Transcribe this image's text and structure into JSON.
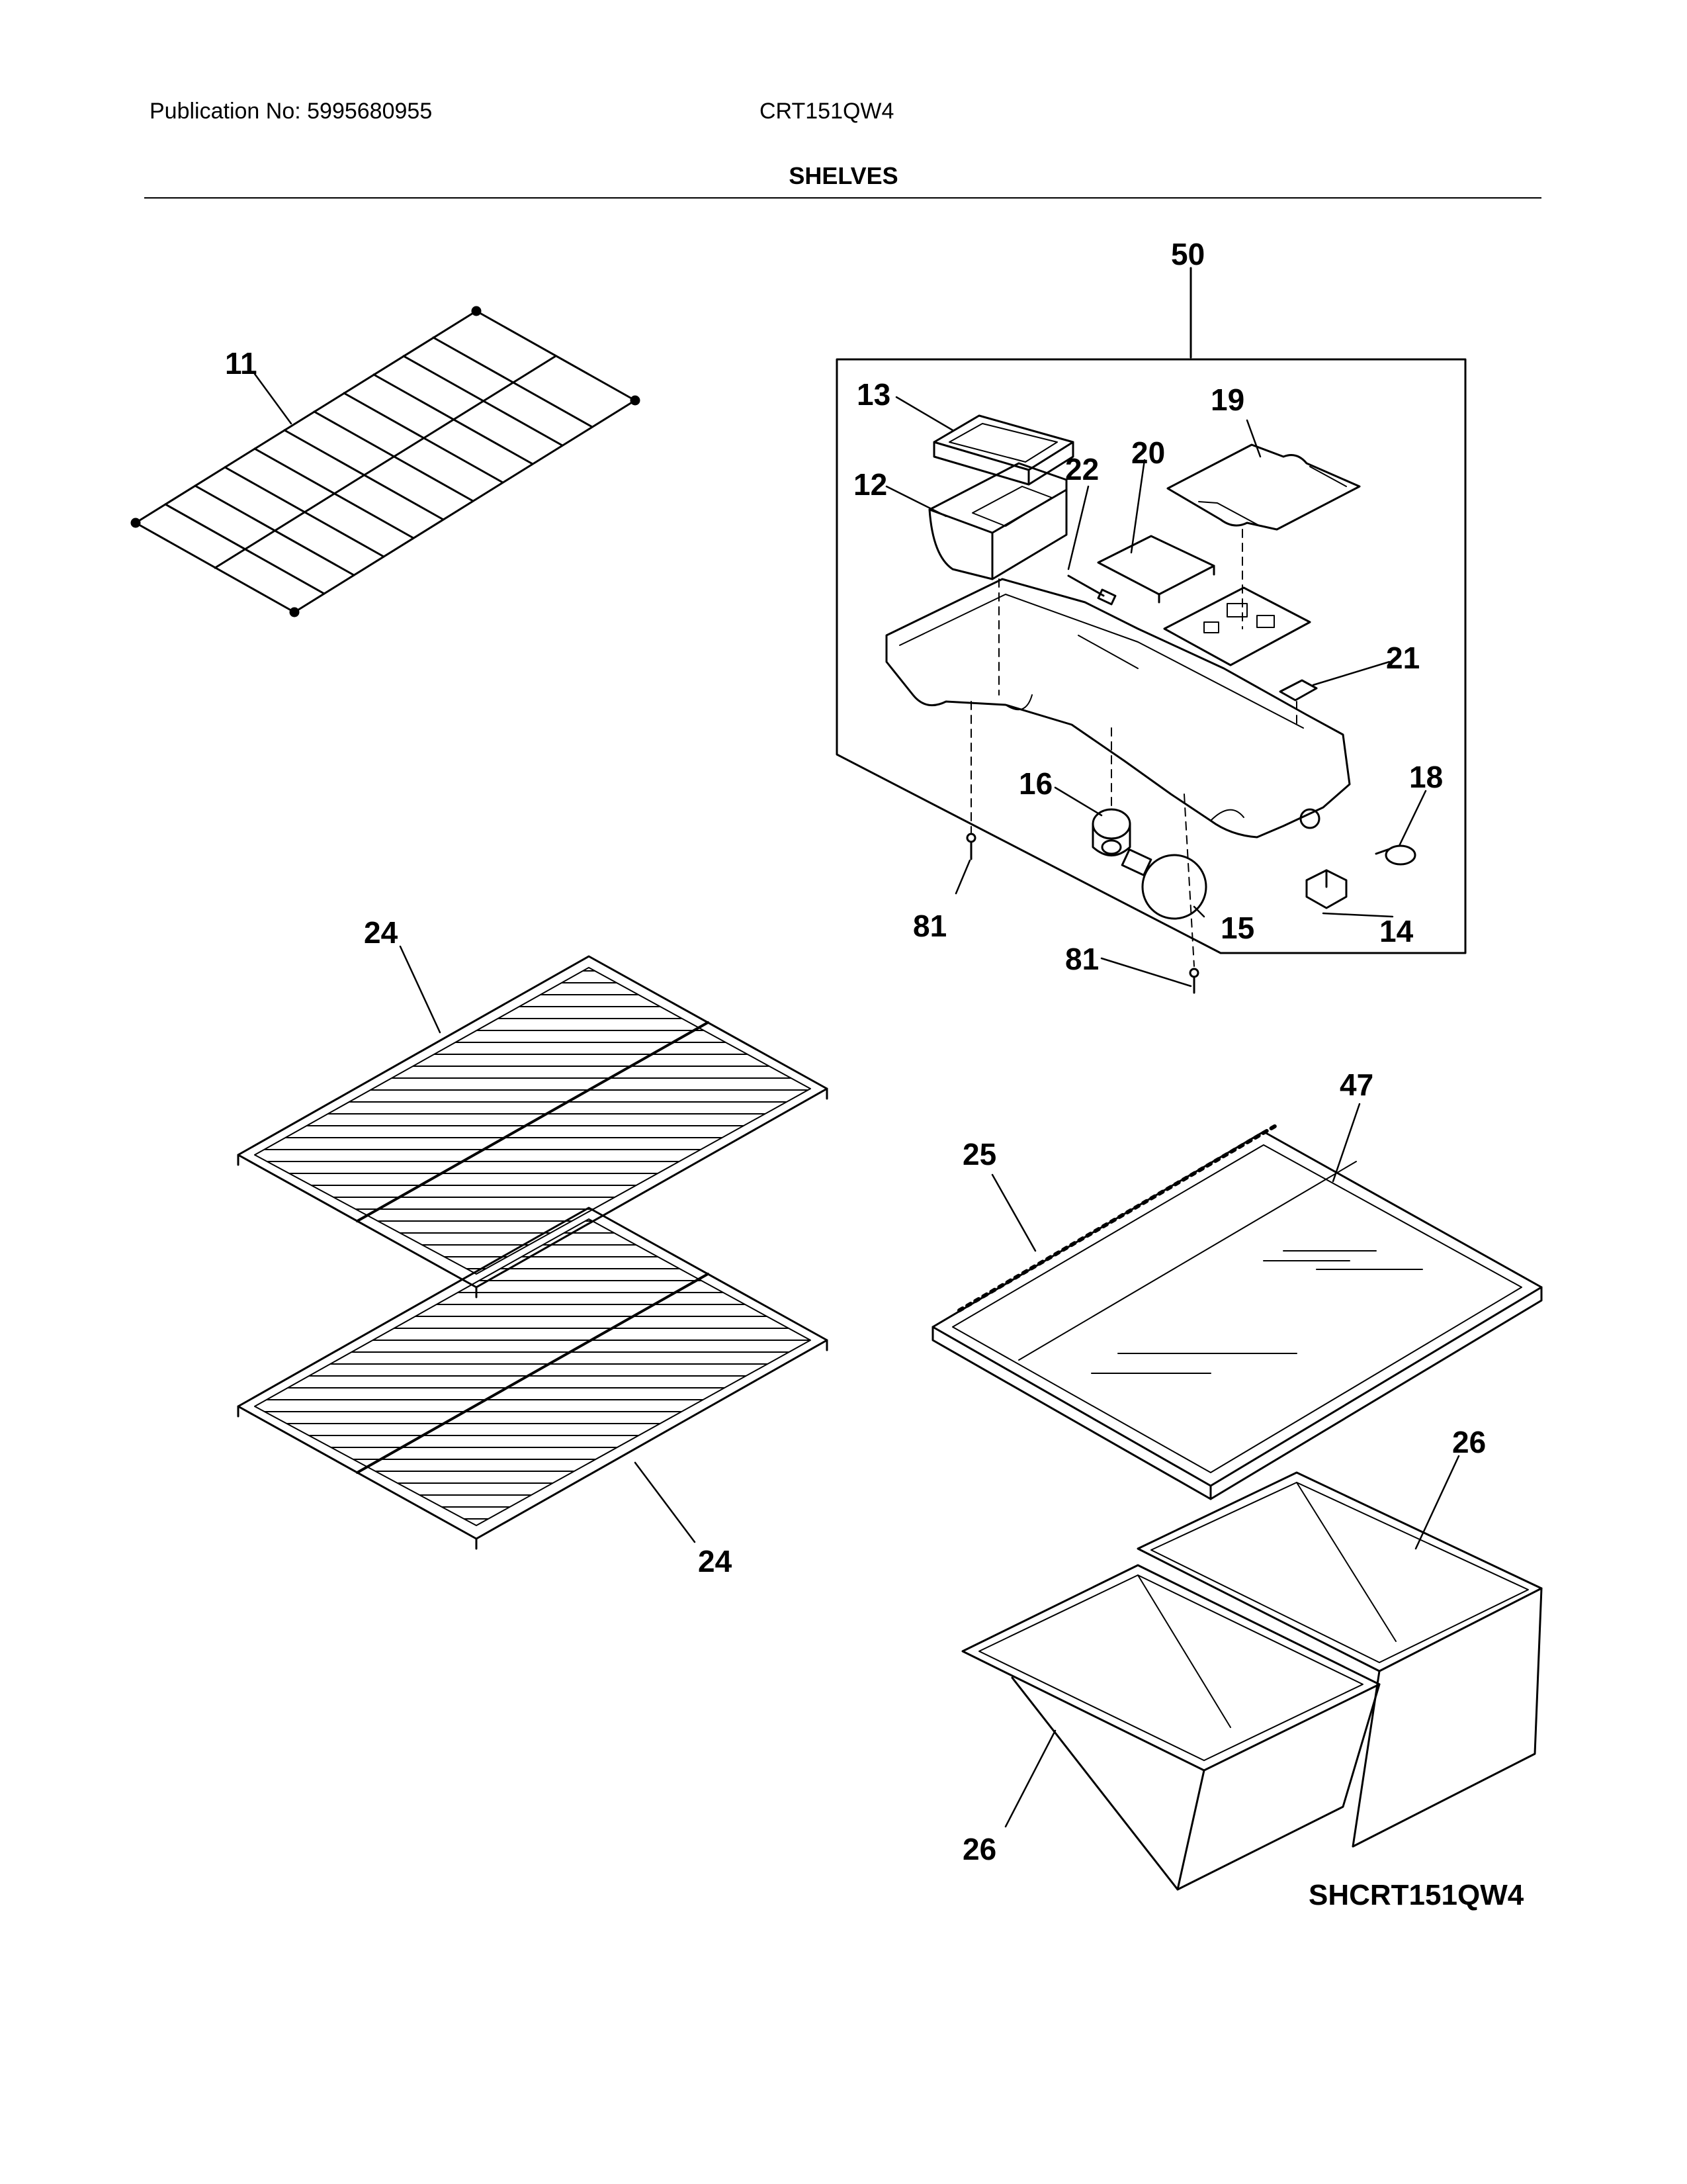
{
  "header": {
    "publication": "Publication No: 5995680955",
    "model": "CRT151QW4",
    "title": "SHELVES"
  },
  "callouts": [
    "11",
    "50",
    "13",
    "19",
    "12",
    "22",
    "20",
    "21",
    "16",
    "18",
    "81",
    "15",
    "14",
    "81",
    "24",
    "47",
    "25",
    "26",
    "24",
    "26"
  ],
  "diagram_code": "SHCRT151QW4"
}
